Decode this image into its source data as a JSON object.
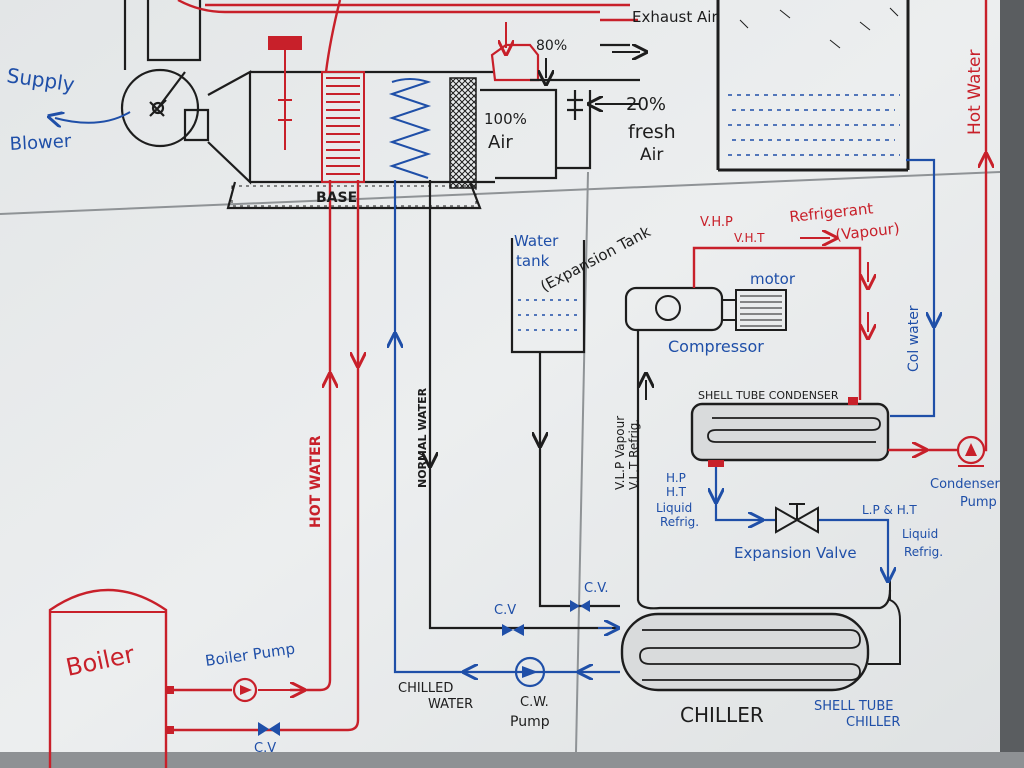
{
  "colors": {
    "board": "#e9ebec",
    "frame": "#5a5d60",
    "black": "#1d1d1d",
    "red": "#c8202a",
    "blue": "#1f4fa8"
  },
  "labels": {
    "supply": "Supply",
    "blower": "Blower",
    "exhaust_air": "Exhaust Air",
    "pct80": "80%",
    "pct100": "100%",
    "air": "Air",
    "pct20": "20%",
    "fresh": "fresh",
    "fresh_air": "Air",
    "base": "BASE",
    "hot_water_right": "Hot Water",
    "hot_water": "HOT WATER",
    "normal_water": "NORMAL WATER",
    "water_tank_1": "Water",
    "water_tank_2": "tank",
    "expansion_tank": "(Expansion Tank",
    "vhp": "V.H.P",
    "vht": "V.H.T",
    "refrigerant_1": "Refrigerant",
    "refrigerant_2": "(Vapour)",
    "motor": "motor",
    "compressor": "Compressor",
    "col_water": "Col water",
    "vlp_vapour": "V.L.P Vapour",
    "vlt_refrig": "V.L.T Refrig.",
    "shell_tube_condenser": "SHELL TUBE CONDENSER",
    "condenser_pump_1": "Condenser",
    "condenser_pump_2": "Pump",
    "hp": "H.P",
    "ht": "H.T",
    "liquid_refrig_1": "Liquid",
    "liquid_refrig_2": "Refrig.",
    "expansion_valve": "Expansion Valve",
    "lp_lt": "L.P & H.T",
    "liquid_refrig_r1": "Liquid",
    "liquid_refrig_r2": "Refrig.",
    "cv_1": "C.V",
    "cv_2": "C.V.",
    "cv_3": "C.V",
    "boiler": "Boiler",
    "boiler_pump": "Boiler Pump",
    "chilled_water_1": "CHILLED",
    "chilled_water_2": "WATER",
    "cw_pump_1": "C.W.",
    "cw_pump_2": "Pump",
    "chiller": "CHILLER",
    "shell_tube_chiller_1": "SHELL TUBE",
    "shell_tube_chiller_2": "CHILLER"
  }
}
